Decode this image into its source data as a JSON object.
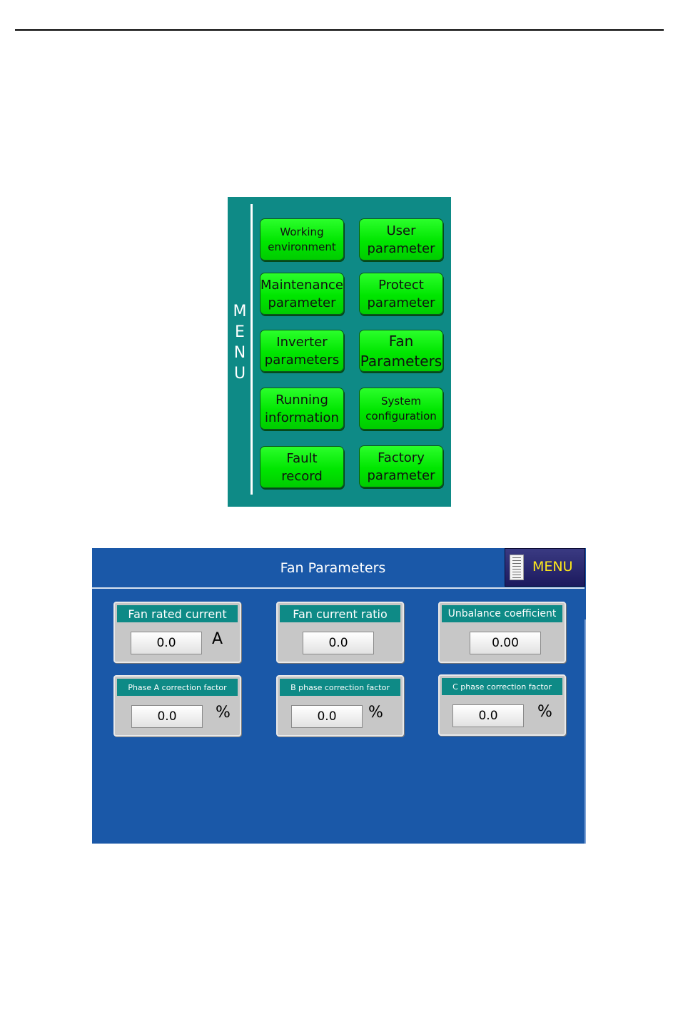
{
  "menu_panel": {
    "vertical_letters": [
      "M",
      "E",
      "N",
      "U"
    ],
    "buttons": [
      {
        "label": "Working\nenvironment"
      },
      {
        "label": "User\nparameter"
      },
      {
        "label": "Maintenance\nparameter"
      },
      {
        "label": "Protect\nparameter"
      },
      {
        "label": "Inverter\nparameters"
      },
      {
        "label": "Fan\nParameters"
      },
      {
        "label": "Running\ninformation"
      },
      {
        "label": "System\nconfiguration"
      },
      {
        "label": "Fault\nrecord"
      },
      {
        "label": "Factory\nparameter"
      }
    ]
  },
  "screen": {
    "title": "Fan Parameters",
    "menu_button_label": "MENU",
    "params": [
      {
        "title": "Fan rated current",
        "value": "0.0",
        "unit": "A"
      },
      {
        "title": "Fan current ratio",
        "value": "0.0",
        "unit": ""
      },
      {
        "title": "Unbalance coefficient",
        "value": "0.00",
        "unit": ""
      },
      {
        "title": "Phase A correction factor",
        "value": "0.0",
        "unit": "%"
      },
      {
        "title": "B phase correction factor",
        "value": "0.0",
        "unit": "%"
      },
      {
        "title": "C phase correction factor",
        "value": "0.0",
        "unit": "%"
      }
    ]
  },
  "colors": {
    "menu_panel_bg": "#0e8a86",
    "menu_button_green": "#00e600",
    "screen_bg": "#1a58a8",
    "card_title_bg": "#0e8a86",
    "menu_label_yellow": "#ffe81a"
  },
  "icons": {
    "menu_button_icon": "document-list-icon"
  }
}
